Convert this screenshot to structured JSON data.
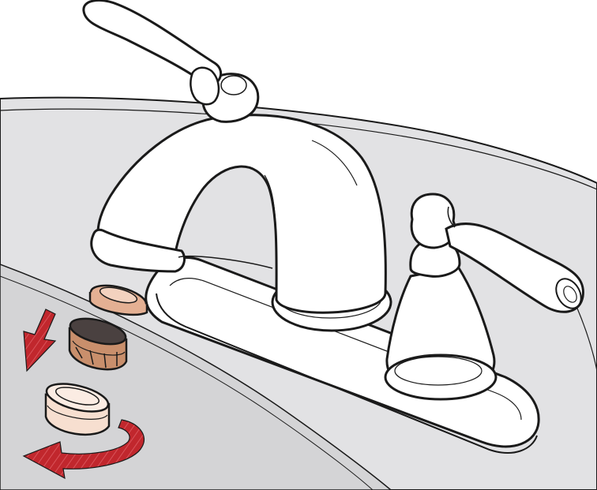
{
  "illustration": {
    "subject": "faucet-aerator-removal",
    "parts": [
      "faucet",
      "left-handle",
      "right-handle",
      "spout",
      "base-plate",
      "washer",
      "aerator-insert",
      "aerator-housing"
    ],
    "icons": [
      "down-arrow-icon",
      "counterclockwise-arrow-icon"
    ]
  },
  "colors": {
    "outline": "#1a1a1a",
    "counter": "#e2e2e4",
    "counter_light": "#eeeeef",
    "basin": "#d4d4d6",
    "faucet": "#ffffff",
    "washer": "#e4b093",
    "aerator_insert": "#c98f6c",
    "aerator_mesh": "#4a4140",
    "aerator_housing": "#f7dfd0",
    "arrow": "#c1272d"
  }
}
